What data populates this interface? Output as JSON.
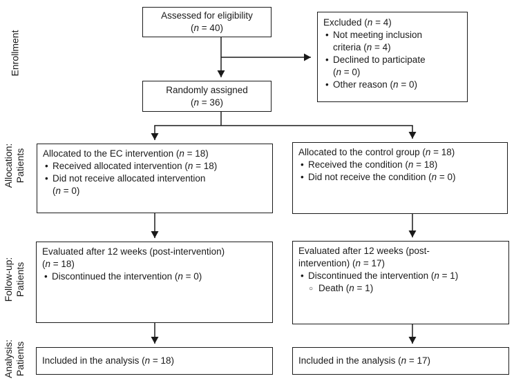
{
  "stage_labels": {
    "enrollment": "Enrollment",
    "allocation": "Allocation:\nPatients",
    "followup": "Follow-up:\nPatients",
    "analysis": "Analysis:\nPatients"
  },
  "boxes": {
    "assessed": {
      "text": "Assessed for eligibility\n(*n* = 40)"
    },
    "excluded": {
      "title": "Excluded (*n* = 4)",
      "bullets": [
        "Not meeting inclusion\ncriteria (*n* = 4)",
        "Declined to participate\n(*n* = 0)",
        "Other reason (*n* = 0)"
      ]
    },
    "randomized": {
      "text": "Randomly assigned\n(*n* = 36)"
    },
    "allocation_left": {
      "title": "Allocated to the EC intervention (*n* = 18)",
      "bullets": [
        "Received allocated intervention (*n* = 18)",
        "Did not receive allocated intervention\n(*n* = 0)"
      ]
    },
    "allocation_right": {
      "title": "Allocated to the control group (*n* = 18)",
      "bullets": [
        "Received the condition (*n* = 18)",
        "Did not receive the condition (*n* = 0)"
      ]
    },
    "followup_left": {
      "title": "Evaluated after 12 weeks (post-intervention)\n(*n* = 18)",
      "bullets": [
        "Discontinued the intervention (*n* = 0)"
      ]
    },
    "followup_right": {
      "title": "Evaluated after 12 weeks (post-\nintervention) (*n* = 17)",
      "bullets": [
        "Discontinued the intervention (*n* = 1)"
      ],
      "sub_bullets": [
        "Death (*n* = 1)"
      ]
    },
    "analysis_left": {
      "text": "Included in the analysis (*n* = 18)"
    },
    "analysis_right": {
      "text": "Included in the analysis (*n* = 17)"
    }
  },
  "colors": {
    "text": "#1a1a1a",
    "box_border": "#1a1a1a",
    "arrow_line": "#1a1a1a",
    "background": "#ffffff"
  }
}
